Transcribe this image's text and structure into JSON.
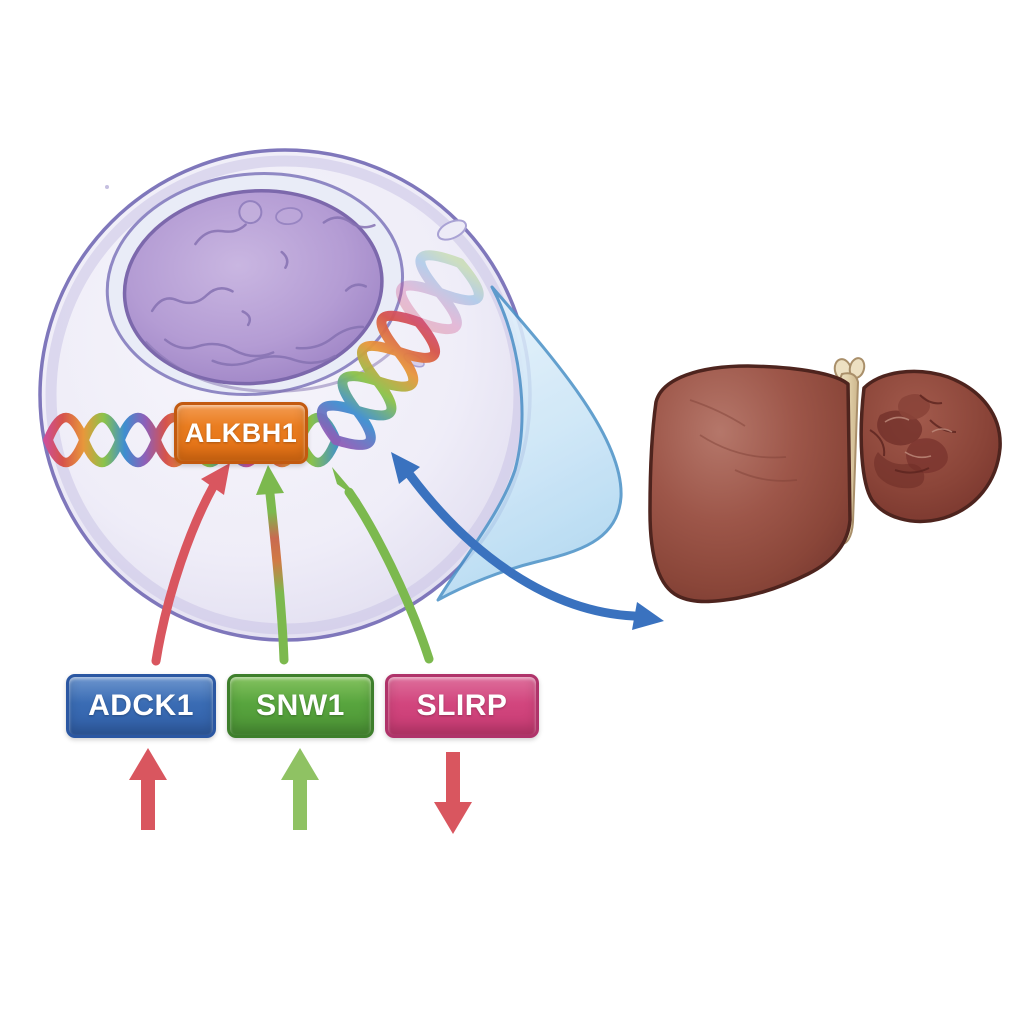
{
  "figure": {
    "description": "Regulation of ALKBH1 on DNA in a cell, linked to liver disease",
    "background_color": "#FFFFFF"
  },
  "cell": {
    "membrane_color": "#7F77BB",
    "cytoplasm_color": "#ECEAF6",
    "nucleus_color": "#AB93CE",
    "nucleus_border_color": "#7C68AC"
  },
  "dna": {
    "strand_colors": [
      "#D6534B",
      "#E8973B",
      "#8BC34A",
      "#3E8ED0",
      "#8E5FB8",
      "#CE4F96"
    ]
  },
  "target": {
    "label": "ALKBH1",
    "color": "#E8751C",
    "border_color": "#C25A10"
  },
  "regulators": [
    {
      "label": "ADCK1",
      "color": "#3A6CB4",
      "border_color": "#2B57A2",
      "effect": "up",
      "effect_color": "#D9565F",
      "link_arrow_color": "#D9565F"
    },
    {
      "label": "SNW1",
      "color": "#58A53E",
      "border_color": "#3E7F2C",
      "effect": "up",
      "effect_color": "#8FC263",
      "link_arrow_color": "#7CB94E"
    },
    {
      "label": "SLIRP",
      "color": "#D2467E",
      "border_color": "#AF336A",
      "effect": "down",
      "effect_color": "#D9565F",
      "link_arrow_color": "#7CB94E"
    }
  ],
  "liver": {
    "tissue_color": "#9D5649",
    "ligament_color": "#EDE0C2",
    "gallbladder_color": "#C9C287",
    "link_arrow_color": "#3A72BF"
  },
  "cone_color": "#BFDFF4"
}
